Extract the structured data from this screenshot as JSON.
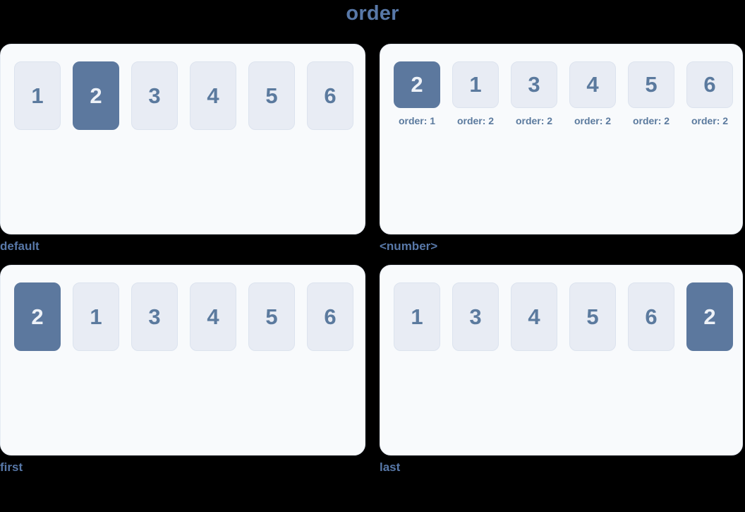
{
  "page": {
    "title": "order"
  },
  "colors": {
    "background": "#000000",
    "accent_text": "#5878a8",
    "panel_background": "#f8fafc",
    "box_background": "#e8ecf4",
    "box_border": "#dce3ee",
    "box_text": "#5b7a9e",
    "highlight_background": "#5c789e",
    "highlight_text": "#eef2f8"
  },
  "panels": [
    {
      "caption": "default",
      "items": [
        {
          "text": "1"
        },
        {
          "text": "2",
          "variant": "hl"
        },
        {
          "text": "3"
        },
        {
          "text": "4"
        },
        {
          "text": "5"
        },
        {
          "text": "6"
        }
      ]
    },
    {
      "caption": "<number>",
      "items": [
        {
          "text": "2",
          "variant": "hl",
          "sublabel": "order: 1"
        },
        {
          "text": "1",
          "sublabel": "order: 2"
        },
        {
          "text": "3",
          "sublabel": "order: 2"
        },
        {
          "text": "4",
          "sublabel": "order: 2"
        },
        {
          "text": "5",
          "sublabel": "order: 2"
        },
        {
          "text": "6",
          "sublabel": "order: 2"
        }
      ]
    },
    {
      "caption": "first",
      "items": [
        {
          "text": "2",
          "variant": "hl"
        },
        {
          "text": "1"
        },
        {
          "text": "3"
        },
        {
          "text": "4"
        },
        {
          "text": "5"
        },
        {
          "text": "6"
        }
      ]
    },
    {
      "caption": "last",
      "items": [
        {
          "text": "1"
        },
        {
          "text": "3"
        },
        {
          "text": "4"
        },
        {
          "text": "5"
        },
        {
          "text": "6"
        },
        {
          "text": "2",
          "variant": "hl"
        }
      ]
    }
  ]
}
